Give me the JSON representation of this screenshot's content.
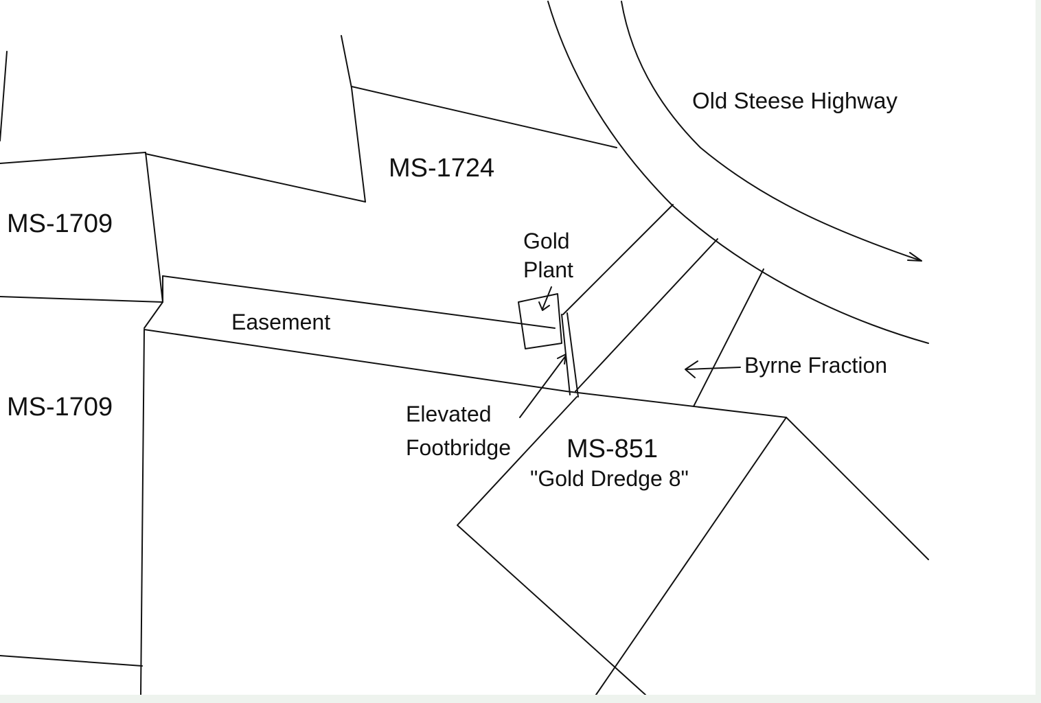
{
  "labels": {
    "old_steese_highway": "Old Steese Highway",
    "ms_1724": "MS-1724",
    "ms_1709_upper": "MS-1709",
    "ms_1709_lower": "MS-1709",
    "gold_plant_line1": "Gold",
    "gold_plant_line2": "Plant",
    "easement": "Easement",
    "byrne_fraction": "Byrne Fraction",
    "elevated_line1": "Elevated",
    "elevated_line2": "Footbridge",
    "ms_851": "MS-851",
    "gold_dredge": "\"Gold Dredge 8\""
  },
  "colors": {
    "ink": "#111111",
    "paper": "#ffffff",
    "border_tint": "#eef3ee"
  }
}
